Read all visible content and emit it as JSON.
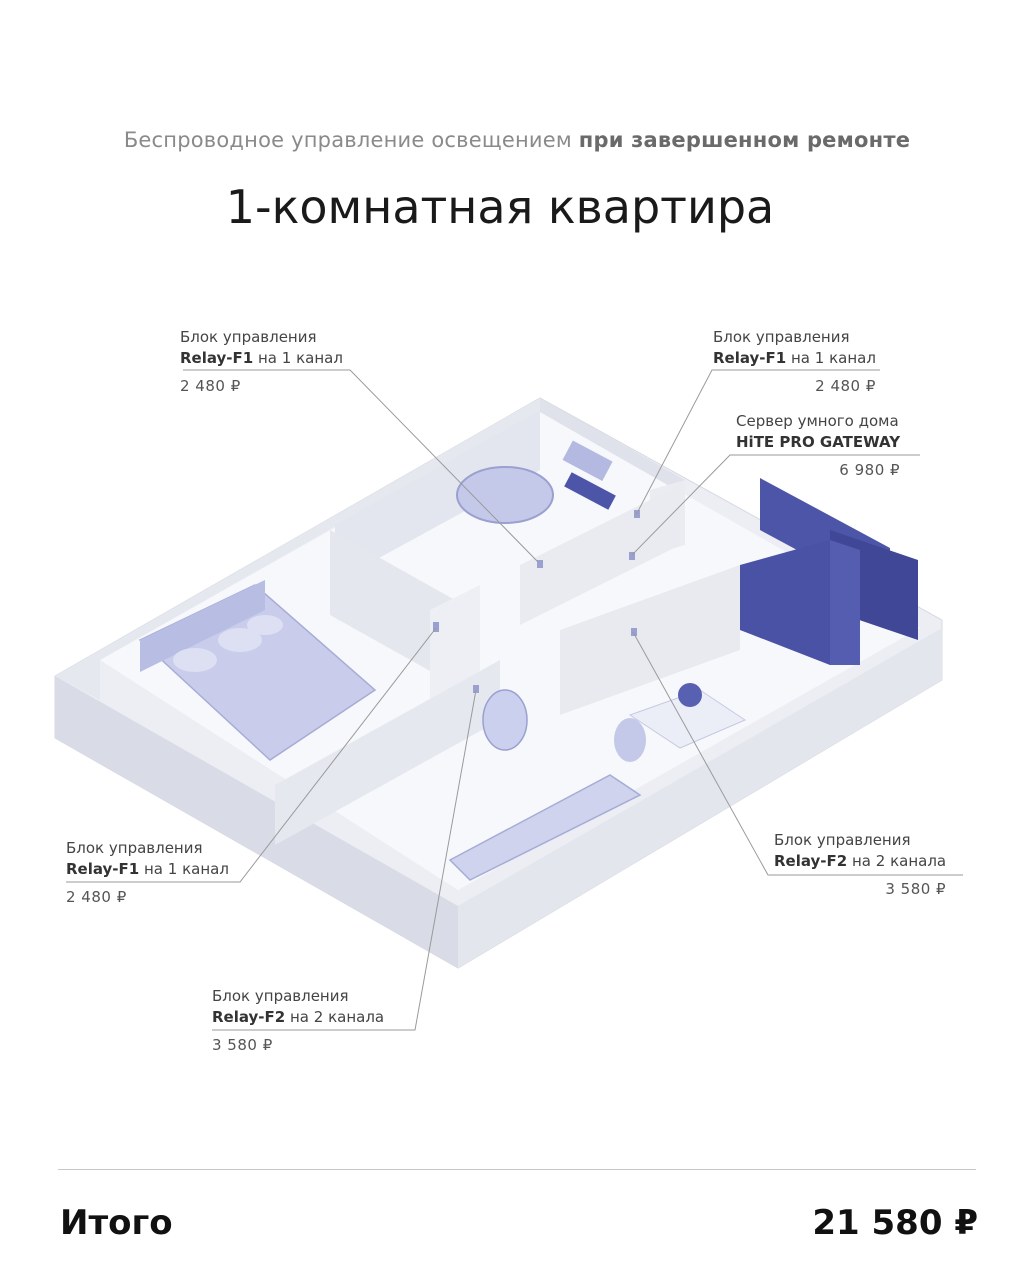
{
  "header": {
    "subtitle_regular": "Беспроводное управление освещением ",
    "subtitle_bold": "при завершенном ремонте",
    "title": "1-комнатная квартира"
  },
  "callouts": [
    {
      "line1": "Блок управления",
      "name": "Relay-F1",
      "suffix": " на 1 канал",
      "price": "2 480 ₽"
    },
    {
      "line1": "Блок управления",
      "name": "Relay-F1",
      "suffix": " на 1 канал",
      "price": "2 480 ₽"
    },
    {
      "line1": "Сервер умного дома",
      "name": "HiTE PRO GATEWAY",
      "suffix": "",
      "price": "6 980 ₽"
    },
    {
      "line1": "Блок управления",
      "name": "Relay-F1",
      "suffix": " на 1 канал",
      "price": "2 480 ₽"
    },
    {
      "line1": "Блок управления",
      "name": "Relay-F2",
      "suffix": " на 2 канала",
      "price": "3 580 ₽"
    },
    {
      "line1": "Блок управления",
      "name": "Relay-F2",
      "suffix": " на 2 канала",
      "price": "3 580 ₽"
    }
  ],
  "footer": {
    "total_label": "Итого",
    "total_value": "21 580 ₽"
  },
  "colors": {
    "wall": "#eef0f5",
    "floor": "#f6f7fa",
    "furniture": "#c9cdeb",
    "kitchen": "#4d55a8",
    "leader": "#9a9a9a"
  }
}
